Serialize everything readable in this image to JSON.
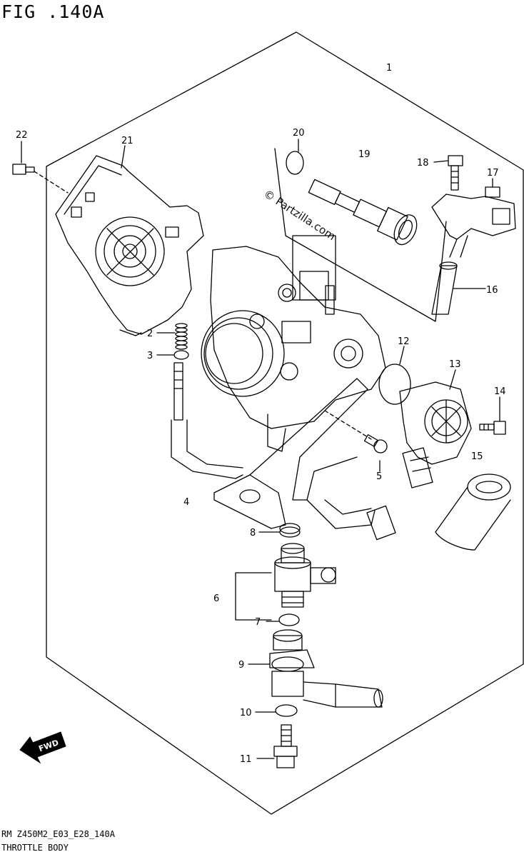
{
  "figure": {
    "title": "FIG .140A"
  },
  "watermark": "© Partzilla.com",
  "callouts": [
    "1",
    "2",
    "3",
    "4",
    "5",
    "6",
    "7",
    "8",
    "9",
    "10",
    "11",
    "12",
    "13",
    "14",
    "15",
    "16",
    "17",
    "18",
    "19",
    "20",
    "21",
    "22"
  ],
  "fwd_label": "FWD",
  "footer": {
    "code": "RM Z450M2_E03_E28_140A",
    "description": "THROTTLE BODY"
  }
}
